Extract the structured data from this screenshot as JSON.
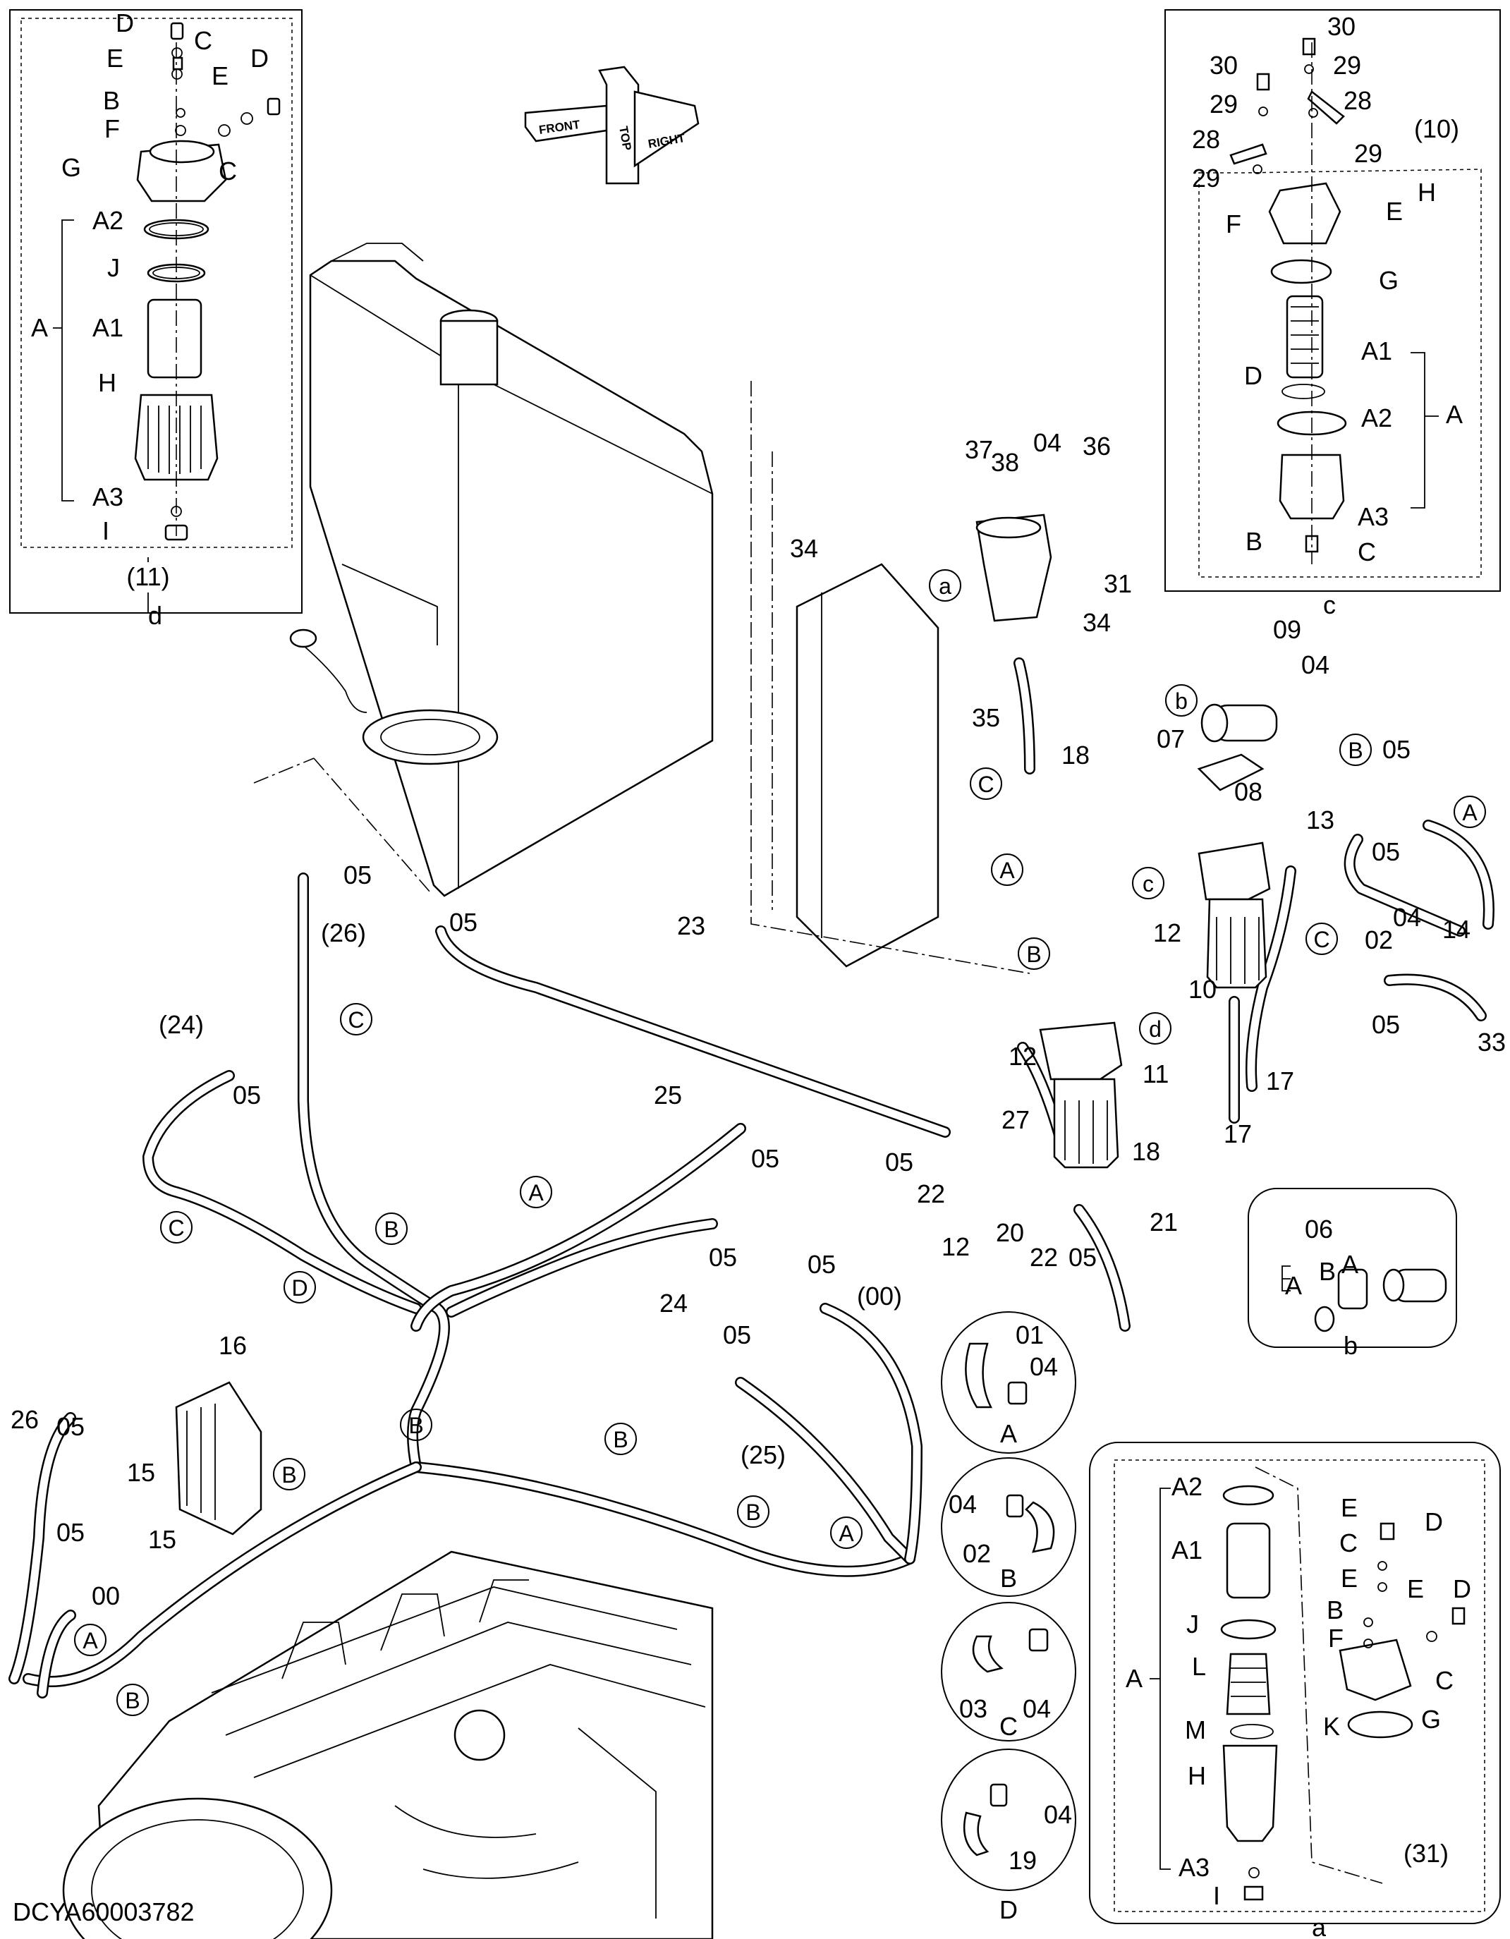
{
  "document_id": "DCYA60003782",
  "direction_symbol": {
    "front": "FRONT",
    "top": "TOP",
    "right": "RIGHT"
  },
  "insets": {
    "d": {
      "caption": "d",
      "assembly": "(11)",
      "labels": [
        "D",
        "E",
        "C",
        "D",
        "E",
        "B",
        "F",
        "C",
        "G",
        "A2",
        "J",
        "A",
        "A1",
        "H",
        "A3",
        "I"
      ]
    },
    "c": {
      "caption": "c",
      "assembly": "(10)",
      "labels": [
        "30",
        "29",
        "28",
        "29",
        "30",
        "29",
        "28",
        "29",
        "H",
        "E",
        "F",
        "G",
        "A1",
        "D",
        "A2",
        "A",
        "A3",
        "B",
        "C"
      ]
    },
    "b": {
      "caption": "b",
      "assembly": "06",
      "labels": [
        "A",
        "B",
        "A"
      ]
    },
    "a": {
      "caption": "a",
      "assembly": "(31)",
      "labels": [
        "A2",
        "A1",
        "A",
        "J",
        "L",
        "M",
        "H",
        "A3",
        "I",
        "E",
        "D",
        "C",
        "E",
        "E",
        "D",
        "B",
        "F",
        "C",
        "G",
        "K"
      ]
    }
  },
  "clamp_details": [
    {
      "letter": "A",
      "parts": [
        "01",
        "04"
      ]
    },
    {
      "letter": "B",
      "parts": [
        "04",
        "02"
      ]
    },
    {
      "letter": "C",
      "parts": [
        "03",
        "04"
      ]
    },
    {
      "letter": "D",
      "parts": [
        "04",
        "19"
      ]
    }
  ],
  "callouts": {
    "part_numbers": [
      "37",
      "38",
      "04",
      "36",
      "34",
      "31",
      "34",
      "35",
      "18",
      "09",
      "04",
      "07",
      "08",
      "05",
      "13",
      "05",
      "04",
      "14",
      "02",
      "05",
      "33",
      "12",
      "10",
      "17",
      "17",
      "12",
      "11",
      "18",
      "23",
      "05",
      "(26)",
      "(24)",
      "05",
      "25",
      "05",
      "05",
      "22",
      "27",
      "12",
      "20",
      "22",
      "05",
      "21",
      "24",
      "05",
      "05",
      "(00)",
      "05",
      "(25)",
      "16",
      "26",
      "05",
      "15",
      "15",
      "05",
      "00"
    ],
    "circled_letters": [
      "a",
      "b",
      "c",
      "d",
      "A",
      "B",
      "C",
      "D"
    ]
  }
}
